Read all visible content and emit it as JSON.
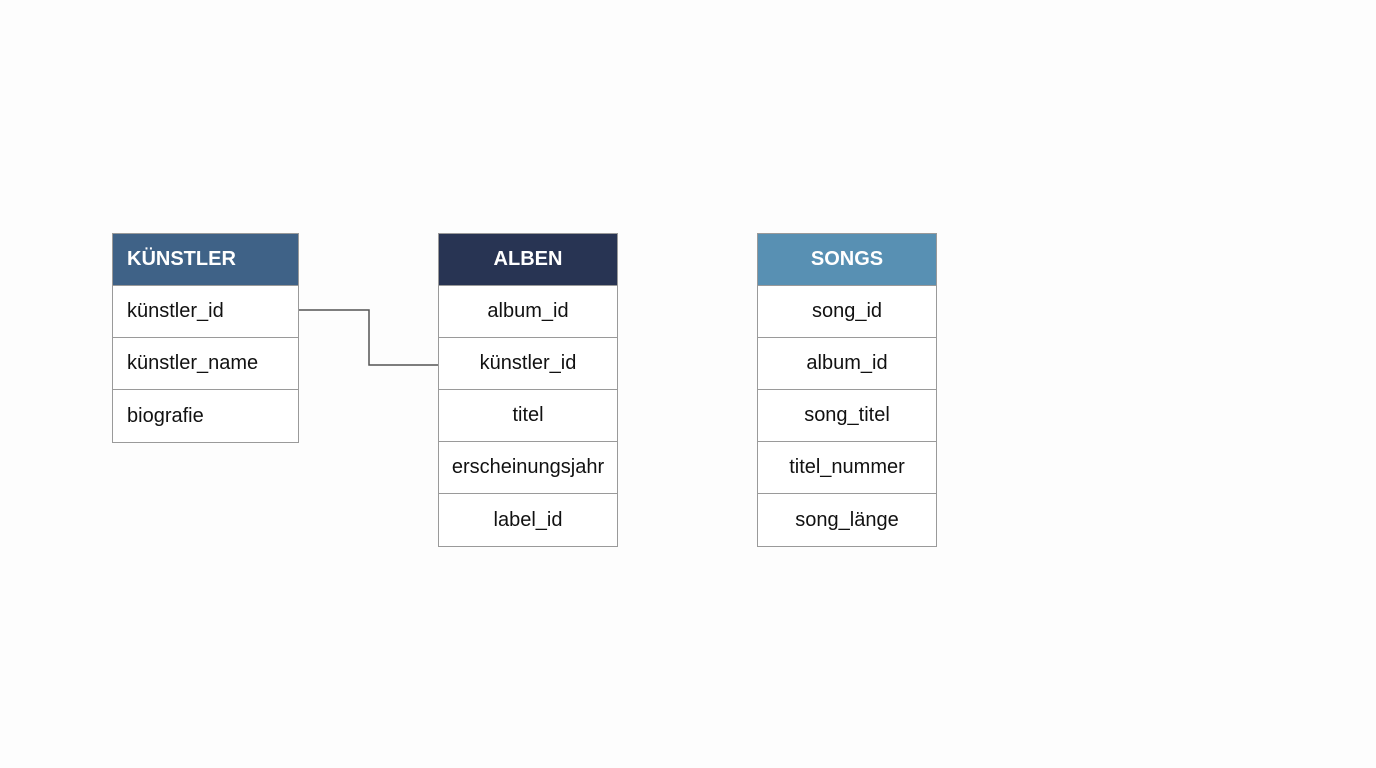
{
  "colors": {
    "kuenstler_header": "#3f6287",
    "alben_header": "#283453",
    "songs_header": "#5890b3",
    "border": "#9a9a9a",
    "connector": "#555555"
  },
  "entities": {
    "kuenstler": {
      "title": "KÜNSTLER",
      "fields": [
        "künstler_id",
        "künstler_name",
        "biografie"
      ]
    },
    "alben": {
      "title": "ALBEN",
      "fields": [
        "album_id",
        "künstler_id",
        "titel",
        "erscheinungsjahr",
        "label_id"
      ]
    },
    "songs": {
      "title": "SONGS",
      "fields": [
        "song_id",
        "album_id",
        "song_titel",
        "titel_nummer",
        "song_länge"
      ]
    }
  },
  "relationships": [
    {
      "from": "kuenstler.künstler_id",
      "to": "alben.künstler_id"
    }
  ]
}
